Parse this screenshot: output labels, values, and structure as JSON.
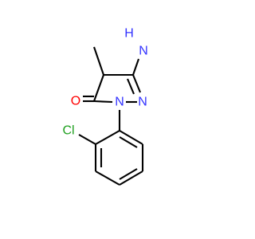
{
  "molecule": {
    "atoms": {
      "amino_h2": "H",
      "amino_n": "N",
      "oxygen": "O",
      "ring_n1": "N",
      "ring_n2": "N",
      "chlorine": "Cl"
    },
    "colors": {
      "bond": "#000000",
      "nitrogen": "#3333ff",
      "oxygen": "#ff0000",
      "chlorine": "#1fa01f"
    }
  }
}
